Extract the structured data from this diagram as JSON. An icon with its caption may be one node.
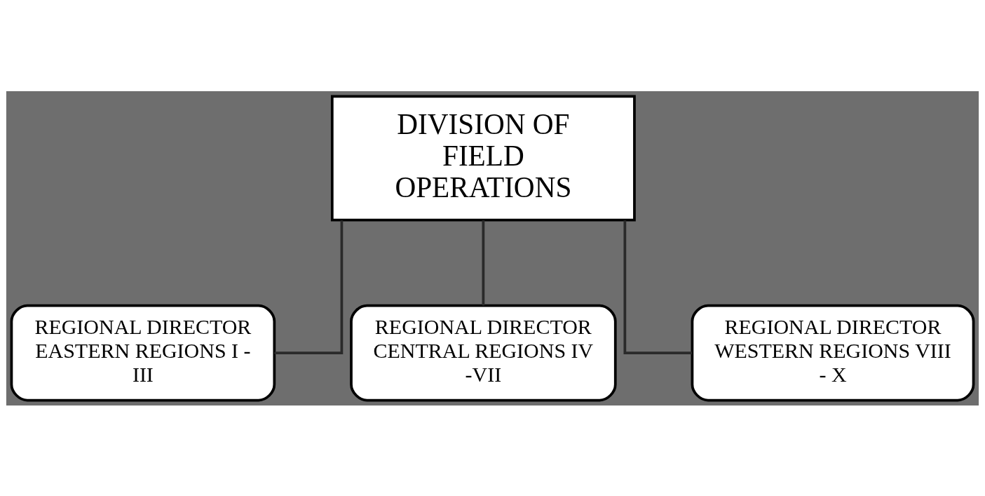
{
  "diagram": {
    "nodes": [
      {
        "text": [
          "DIVISION OF FIELD OPERATIONS"
        ]
      },
      {
        "text": [
          "REGIONAL DIRECTOR EASTERN REGIONS I - III"
        ]
      },
      {
        "text": [
          "REGIONAL DIRECTOR CENTRAL REGIONS IV -VII"
        ]
      },
      {
        "text": [
          "REGIONAL DIRECTOR WESTERN REGIONS VIII - X"
        ]
      }
    ],
    "edges": [
      {
        "from": 0,
        "to": 1,
        "arrow": "none"
      },
      {
        "from": 0,
        "to": 2,
        "arrow": "none"
      },
      {
        "from": 0,
        "to": 3,
        "arrow": "none"
      }
    ]
  }
}
